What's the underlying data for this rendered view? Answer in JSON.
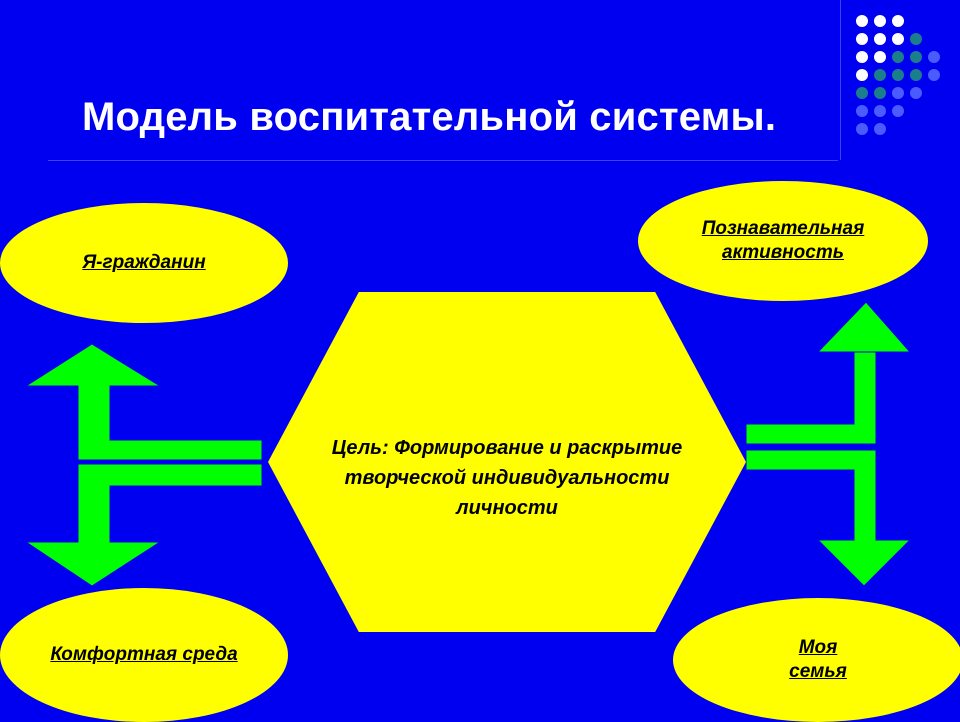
{
  "title": "Модель воспитательной системы.",
  "center": {
    "lines": [
      "Цель: Формирование и раскрытие",
      "творческой индивидуальности",
      "личности"
    ]
  },
  "nodes": {
    "top_left": "Я-гражданин",
    "bottom_left": "Комфортная среда",
    "top_right_line1": "Познавательная",
    "top_right_line2": "активность",
    "bottom_right_line1": "Моя",
    "bottom_right_line2": "семья"
  },
  "colors": {
    "background": "#0000f0",
    "shape_fill": "#ffff00",
    "arrow_fill": "#00ff00",
    "title_text": "#ffffff"
  }
}
